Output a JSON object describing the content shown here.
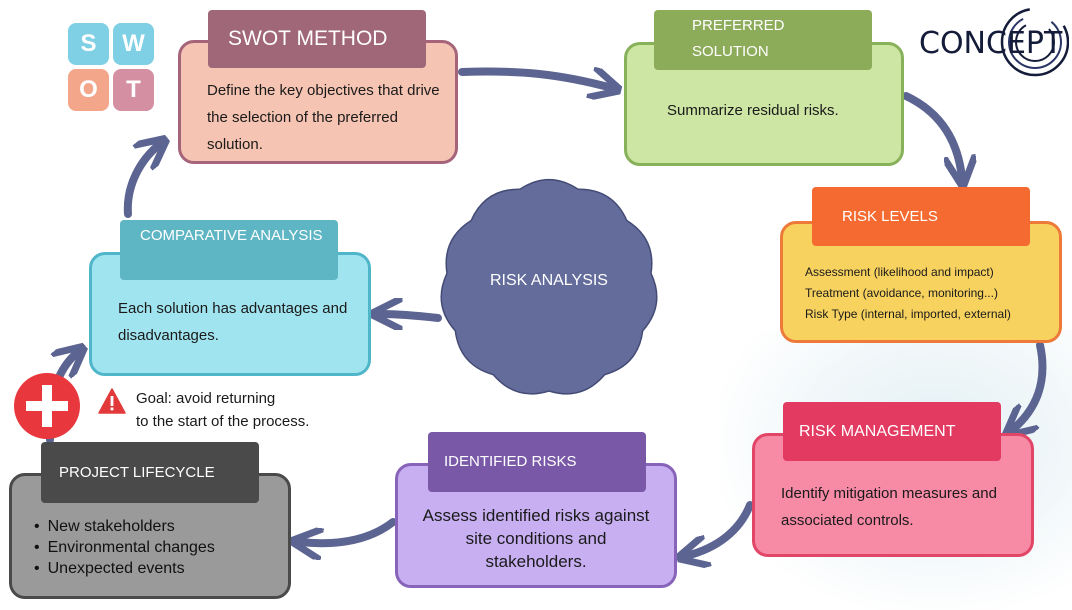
{
  "swot_logo": {
    "letters": [
      "S",
      "W",
      "O",
      "T"
    ],
    "colors": [
      "#7fd0e4",
      "#7fd0e4",
      "#f4a68a",
      "#d48fa3"
    ]
  },
  "concept_logo": {
    "text": "CONCEPT"
  },
  "steps": {
    "swot_method": {
      "title": "SWOT METHOD",
      "body": "Define the key objectives that drive the selection of the preferred solution."
    },
    "preferred_solution": {
      "title": "PREFERRED SOLUTION",
      "body": "Summarize residual risks."
    },
    "risk_levels": {
      "title": "RISK LEVELS",
      "lines": [
        "Assessment (likelihood and impact)",
        "Treatment (avoidance, monitoring...)",
        "Risk Type (internal, imported, external)"
      ]
    },
    "risk_management": {
      "title": "RISK MANAGEMENT",
      "body": "Identify mitigation measures and associated controls."
    },
    "identified_risks": {
      "title": "IDENTIFIED RISKS",
      "body": "Assess identified risks against site conditions and stakeholders."
    },
    "project_lifecycle": {
      "title": "PROJECT LIFECYCLE",
      "items": [
        "New stakeholders",
        "Environmental changes",
        "Unexpected events"
      ]
    },
    "comparative_analysis": {
      "title": "COMPARATIVE ANALYSIS",
      "body": "Each solution has advantages and disadvantages."
    }
  },
  "center": {
    "label": "RISK ANALYSIS",
    "color": "#636c9b"
  },
  "goal_note": {
    "line1": "Goal: avoid returning",
    "line2": "to the start of the process."
  },
  "colors": {
    "arrow": "#5c6491",
    "plus_badge": "#e8373d",
    "warning": "#e23a3a"
  }
}
